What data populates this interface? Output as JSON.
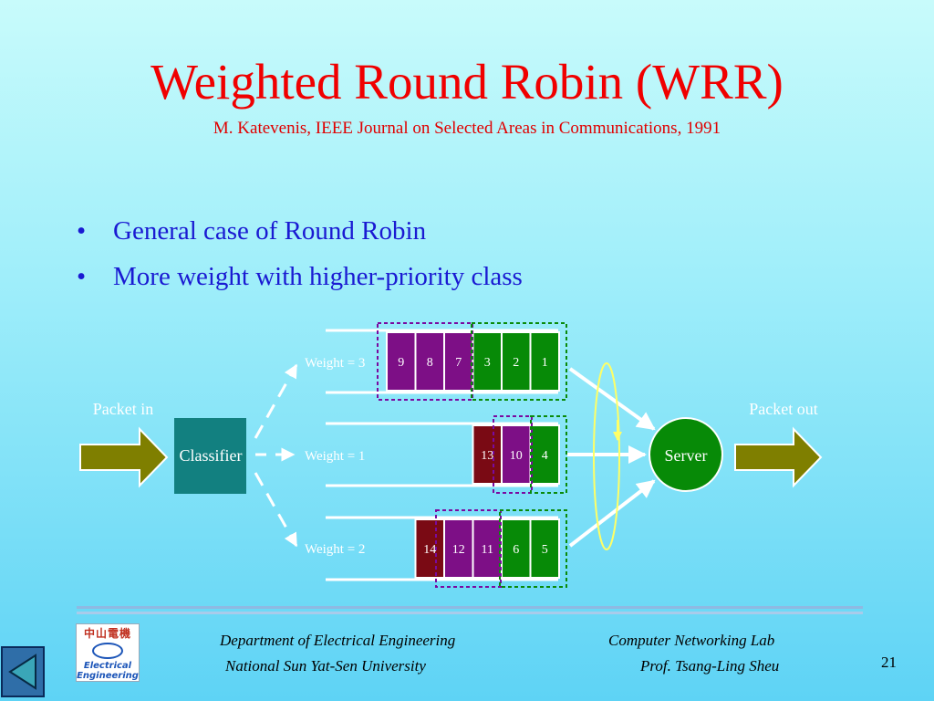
{
  "slide": {
    "title": "Weighted Round Robin (WRR)",
    "subtitle": "M. Katevenis, IEEE Journal on Selected Areas in Communications, 1991",
    "bullets": [
      "General case of Round Robin",
      "More weight with higher-priority class"
    ],
    "bullet_char": "•"
  },
  "diagram": {
    "packet_in": "Packet in",
    "packet_out": "Packet out",
    "classifier": "Classifier",
    "server": "Server",
    "colors": {
      "purple": "#7d0f86",
      "green": "#078a07",
      "maroon": "#7a0a14",
      "teal": "#128080",
      "olive": "#7f7f00",
      "highlight": "#ffff66",
      "dash_box_purple": "#7a0aa0",
      "dash_box_green": "#0a8a0a"
    },
    "queues": [
      {
        "weight_label": "Weight = 3",
        "cells": [
          {
            "label": "9",
            "color": "purple"
          },
          {
            "label": "8",
            "color": "purple"
          },
          {
            "label": "7",
            "color": "purple"
          },
          {
            "label": "3",
            "color": "green"
          },
          {
            "label": "2",
            "color": "green"
          },
          {
            "label": "1",
            "color": "green"
          }
        ]
      },
      {
        "weight_label": "Weight = 1",
        "cells": [
          {
            "label": "13",
            "color": "maroon"
          },
          {
            "label": "10",
            "color": "purple"
          },
          {
            "label": "4",
            "color": "green"
          }
        ]
      },
      {
        "weight_label": "Weight = 2",
        "cells": [
          {
            "label": "14",
            "color": "maroon"
          },
          {
            "label": "12",
            "color": "purple"
          },
          {
            "label": "11",
            "color": "purple"
          },
          {
            "label": "6",
            "color": "green"
          },
          {
            "label": "5",
            "color": "green"
          }
        ]
      }
    ]
  },
  "footer": {
    "dept": "Department of Electrical Engineering",
    "univ": "National Sun Yat-Sen University",
    "lab": "Computer Networking Lab",
    "prof": "Prof. Tsang-Ling Sheu",
    "page": "21",
    "logo_cjk": "中山電機",
    "logo_line1": "Electrical",
    "logo_line2": "Engineering"
  }
}
